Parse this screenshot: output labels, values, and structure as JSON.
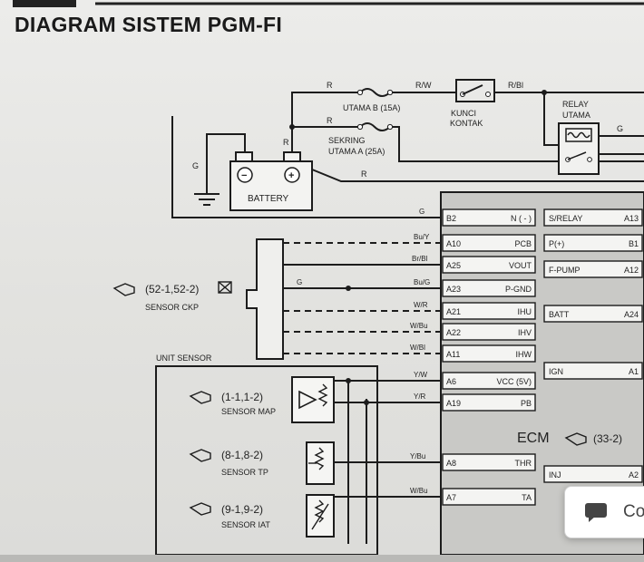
{
  "title": "DIAGRAM SISTEM PGM-FI",
  "top_circuit": {
    "wire_R1": "R",
    "fuse_b": "UTAMA B (15A)",
    "wire_RW": "R/W",
    "switch_1": "KUNCI",
    "switch_2": "KONTAK",
    "wire_RBl": "R/Bl",
    "relay_1": "RELAY",
    "relay_2": "UTAMA",
    "wire_G_relay": "G",
    "wire_R2": "R",
    "fuse_a_1": "SEKRING",
    "fuse_a_2": "UTAMA A (25A)",
    "wire_R3": "R",
    "wire_R4": "R",
    "wire_G_batt": "G",
    "battery_minus": "−",
    "battery_plus": "+",
    "battery_label": "BATTERY"
  },
  "ckp_sensor": {
    "code": "(52-1,52-2)",
    "label": "SENSOR CKP"
  },
  "unit_sensor": {
    "title": "UNIT SENSOR",
    "map": {
      "code": "(1-1,1-2)",
      "label": "SENSOR MAP"
    },
    "tp": {
      "code": "(8-1,8-2)",
      "label": "SENSOR TP"
    },
    "iat": {
      "code": "(9-1,9-2)",
      "label": "SENSOR IAT"
    }
  },
  "wire_colors": [
    "G",
    "Bu/Y",
    "Br/Bl",
    "Bu/G",
    "G",
    "W/R",
    "W/Bu",
    "W/Bl",
    "Y/W",
    "Y/R",
    "Y/Bu",
    "W/Bu"
  ],
  "ecm_left_pins": [
    {
      "pin": "B2",
      "name": "N ( - )"
    },
    {
      "pin": "A10",
      "name": "PCB"
    },
    {
      "pin": "A25",
      "name": "VOUT"
    },
    {
      "pin": "A23",
      "name": "P-GND"
    },
    {
      "pin": "A21",
      "name": "IHU"
    },
    {
      "pin": "A22",
      "name": "IHV"
    },
    {
      "pin": "A11",
      "name": "IHW"
    },
    {
      "pin": "A6",
      "name": "VCC (5V)"
    },
    {
      "pin": "A19",
      "name": "PB"
    },
    {
      "pin": "A8",
      "name": "THR"
    },
    {
      "pin": "A7",
      "name": "TA"
    }
  ],
  "ecm_right_pins": [
    {
      "name": "S/RELAY",
      "pin": "A13"
    },
    {
      "name": "P(+)",
      "pin": "B1"
    },
    {
      "name": "F-PUMP",
      "pin": "A12"
    },
    {
      "name": "BATT",
      "pin": "A24"
    },
    {
      "name": "IGN",
      "pin": "A1"
    },
    {
      "name": "INJ",
      "pin": "A2"
    }
  ],
  "ecm": {
    "label": "ECM",
    "code": "(33-2)"
  },
  "comment_button": {
    "label": "Co"
  },
  "icons": {
    "connector": "connector-icon",
    "connector_crossed": "connector-crossed-icon",
    "comment": "comment-icon",
    "battery": "battery-icon",
    "fuse": "fuse-icon",
    "switch": "switch-icon",
    "relay": "relay-icon"
  }
}
